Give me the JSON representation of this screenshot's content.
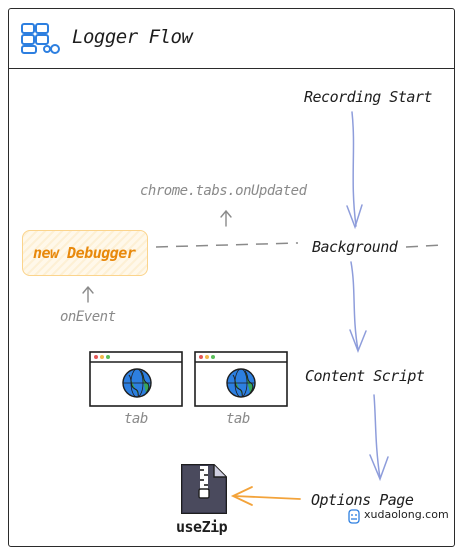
{
  "title": "Logger Flow",
  "nodes": {
    "recording_start": "Recording Start",
    "background": "Background",
    "content_script": "Content Script",
    "options_page": "Options Page",
    "new_debugger": "new Debugger",
    "tabs_on_updated": "chrome.tabs.onUpdated",
    "on_event": "onEvent",
    "tab_1": "tab",
    "tab_2": "tab",
    "use_zip": "useZip"
  },
  "watermark": "xudaolong.com",
  "colors": {
    "ink": "#1e1e1e",
    "gray_text": "#8a8a8a",
    "flow_arrow": "#8e9ddb",
    "accent_orange": "#e8890c",
    "zip_arrow": "#f3a33a",
    "logo_blue": "#2d7fe0"
  },
  "icons": [
    "logo-icon",
    "browser-window-icon",
    "globe-icon",
    "zip-file-icon",
    "watermark-icon"
  ]
}
